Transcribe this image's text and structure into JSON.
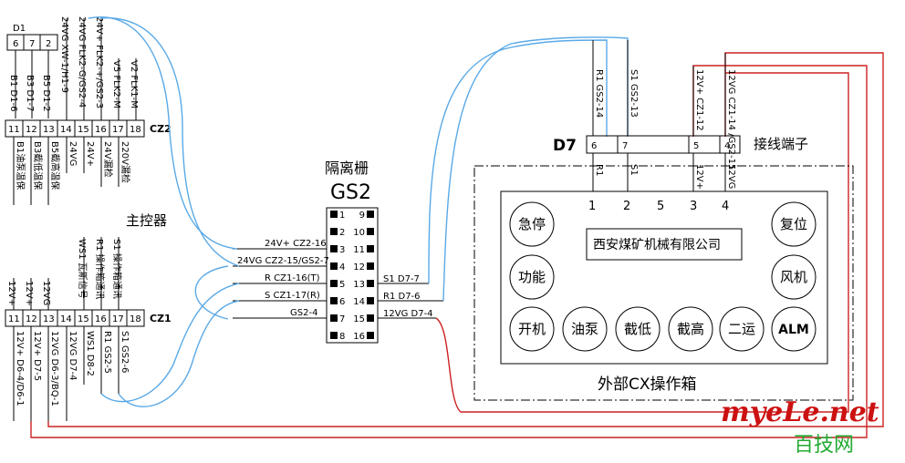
{
  "d1": {
    "title": "D1",
    "pins": [
      "6",
      "7",
      "2"
    ],
    "labels": [
      "B1 D1-6",
      "B3 D1-7",
      "B5 D1-2"
    ]
  },
  "cz2": {
    "title": "CZ2",
    "pins": [
      "11",
      "12",
      "13",
      "14",
      "15",
      "16",
      "17",
      "18"
    ],
    "top_labels": [
      "24VG XW-1/H1-9",
      "24VG FLK2-G/GS2-4",
      "24V+ FLK2-+/GS2-3",
      "V5 FLK2-M",
      "V2 FLK1-M"
    ],
    "bottom_labels": [
      "B1油泵温保",
      "B3截低温保",
      "B5截高温保",
      "24VG",
      "24V+",
      "24V漏检",
      "220V漏检"
    ]
  },
  "cz1": {
    "title": "CZ1",
    "pins": [
      "11",
      "12",
      "13",
      "14",
      "15",
      "16",
      "17",
      "18"
    ],
    "top_labels": [
      "12V+",
      "12V+",
      "12VG",
      "WS1 瓦斯信号",
      "R1 操作箱通讯",
      "S1 操作箱通讯"
    ],
    "bottom_labels": [
      "12V+ D6-4/D6-1",
      "12V+ D7-5",
      "12VG D6-3/BQ-1",
      "12VG D7-4",
      "WS1 D8-2",
      "R1 GS2-5",
      "S1 GS2-6"
    ]
  },
  "controller_label": "主控器",
  "gs2": {
    "title_cn": "隔离栅",
    "title": "GS2",
    "left_pins": [
      "1",
      "2",
      "3",
      "4",
      "5",
      "6",
      "7",
      "8"
    ],
    "right_pins": [
      "9",
      "10",
      "11",
      "12",
      "13",
      "14",
      "15",
      "16"
    ],
    "left_wires": [
      "24V+ CZ2-16",
      "24VG CZ2-15/GS2-7",
      "R CZ1-16(T)",
      "S CZ1-17(R)",
      "GS2-4"
    ],
    "right_wires": [
      "S1 D7-7",
      "R1 D7-6",
      "12VG D7-4"
    ]
  },
  "d7": {
    "title": "D7",
    "subtitle": "接线端子",
    "pins": [
      "6",
      "7",
      "5",
      "4"
    ],
    "top_labels": [
      "R1 GS2-14",
      "S1 GS2-13",
      "12V+ CZ1-12",
      "12VG CZ1-14 /GS2-15"
    ],
    "bottom_labels": [
      "R1",
      "S1",
      "12V+",
      "12VG"
    ]
  },
  "cx_box": {
    "title": "外部CX操作箱",
    "terminals": [
      "1",
      "2",
      "5",
      "3",
      "4"
    ],
    "company": "西安煤矿机械有限公司",
    "buttons": [
      "急停",
      "功能",
      "复位",
      "风机",
      "开机",
      "油泵",
      "截低",
      "截高",
      "二运",
      "ALM"
    ]
  },
  "watermark": {
    "line1": "myeLe.net",
    "line2": "百技网"
  },
  "colors": {
    "blue_wire": "#5aa9e6",
    "red_wire": "#cc2222",
    "watermark_red": "#cc1111",
    "watermark_green": "#22aa33"
  }
}
